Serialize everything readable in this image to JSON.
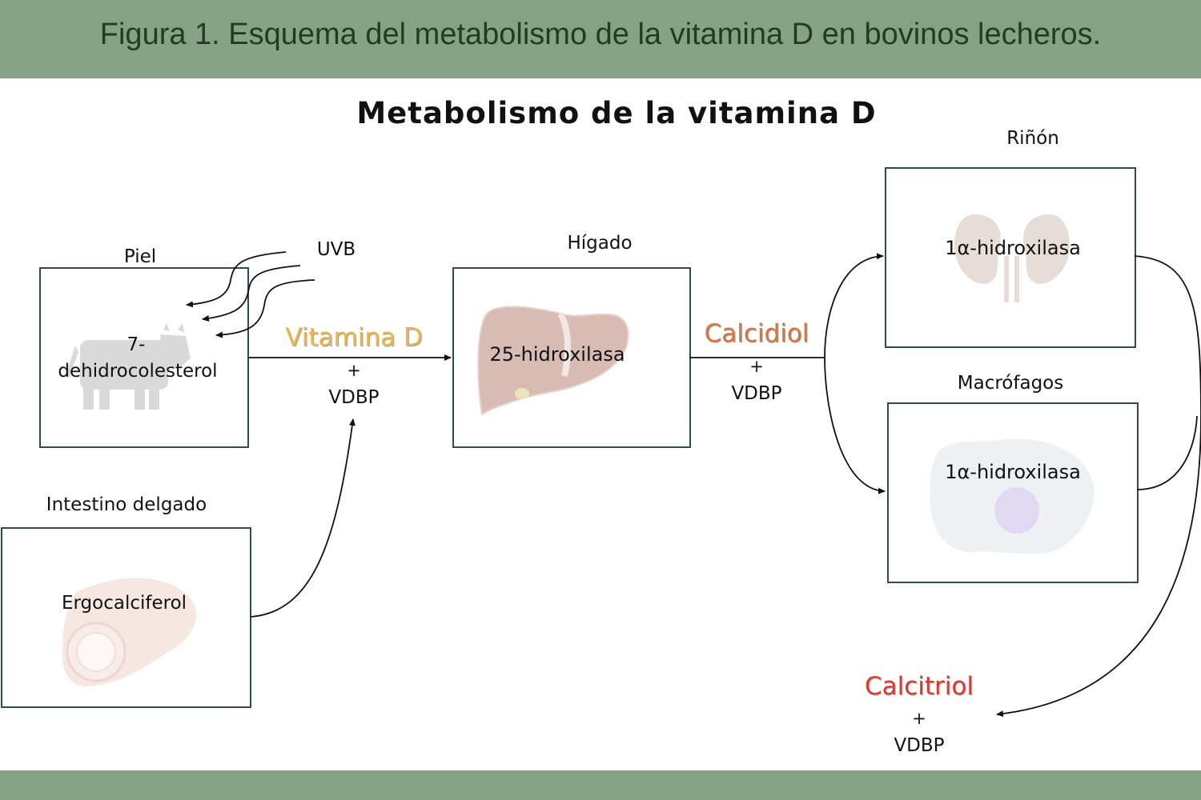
{
  "caption": "Figura 1. Esquema del metabolismo de la vitamina D en bovinos lecheros.",
  "title": "Metabolismo de la vitamina D",
  "nodes": {
    "piel": {
      "label": "Piel",
      "content_line1": "7-",
      "content_line2": "dehidrocolesterol"
    },
    "uvb": {
      "label": "UVB"
    },
    "intestino": {
      "label": "Intestino delgado",
      "content": "Ergocalciferol"
    },
    "higado": {
      "label": "Hígado",
      "enzyme": "25-hidroxilasa"
    },
    "rinon": {
      "label": "Riñón",
      "enzyme": "1α-hidroxilasa"
    },
    "macrofagos": {
      "label": "Macrófagos",
      "enzyme": "1α-hidroxilasa"
    }
  },
  "compounds": {
    "vitamina_d": {
      "name": "Vitamina D",
      "plus": "+",
      "carrier": "VDBP"
    },
    "calcidiol": {
      "name": "Calcidiol",
      "plus": "+",
      "carrier": "VDBP"
    },
    "calcitriol": {
      "name": "Calcitriol",
      "plus": "+",
      "carrier": "VDBP"
    }
  },
  "colors": {
    "banner": "#86a286",
    "caption_text": "#1f3d22",
    "box_border": "#2f4a55",
    "vitamina_d": "#e8b84a",
    "calcidiol": "#d2773f",
    "calcitriol": "#d93a2e"
  },
  "icons": [
    "cow-icon",
    "liver-icon",
    "kidney-icon",
    "macrophage-icon",
    "intestine-icon"
  ]
}
